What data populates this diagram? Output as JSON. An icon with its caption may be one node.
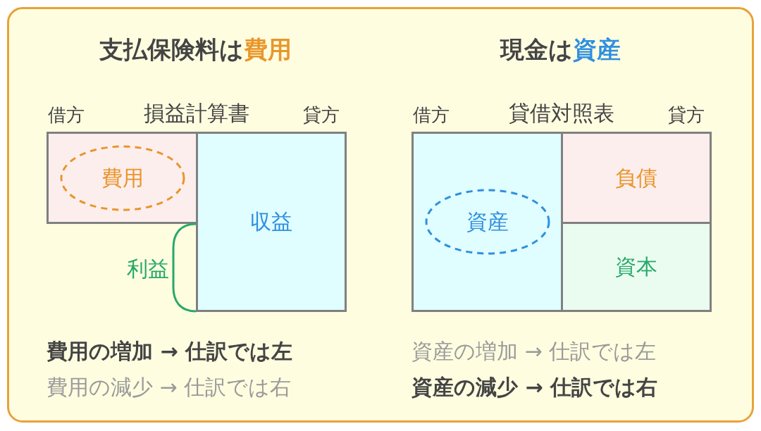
{
  "diagram": {
    "nodes": [
      {
        "text": [
          "損益計算書"
        ]
      },
      {
        "text": [
          "費用"
        ],
        "in": 0
      },
      {
        "text": [
          "収益"
        ],
        "in": 0
      },
      {
        "text": [
          "貸借対照表"
        ]
      },
      {
        "text": [
          "資産"
        ],
        "in": 3
      },
      {
        "text": [
          "負債"
        ],
        "in": 3
      },
      {
        "text": [
          "資本"
        ],
        "in": 3
      }
    ],
    "edges": [],
    "labels": [
      "支払保険料は**費用**",
      "現金は**資産**",
      "借方",
      "貸方",
      "借方",
      "貸方",
      "利益",
      "費用の増加 → 仕訳では左",
      "資産の増加 → 仕訳では左",
      "費用の減少 → 仕訳では右",
      "資産の減少 → 仕訳では右"
    ]
  }
}
